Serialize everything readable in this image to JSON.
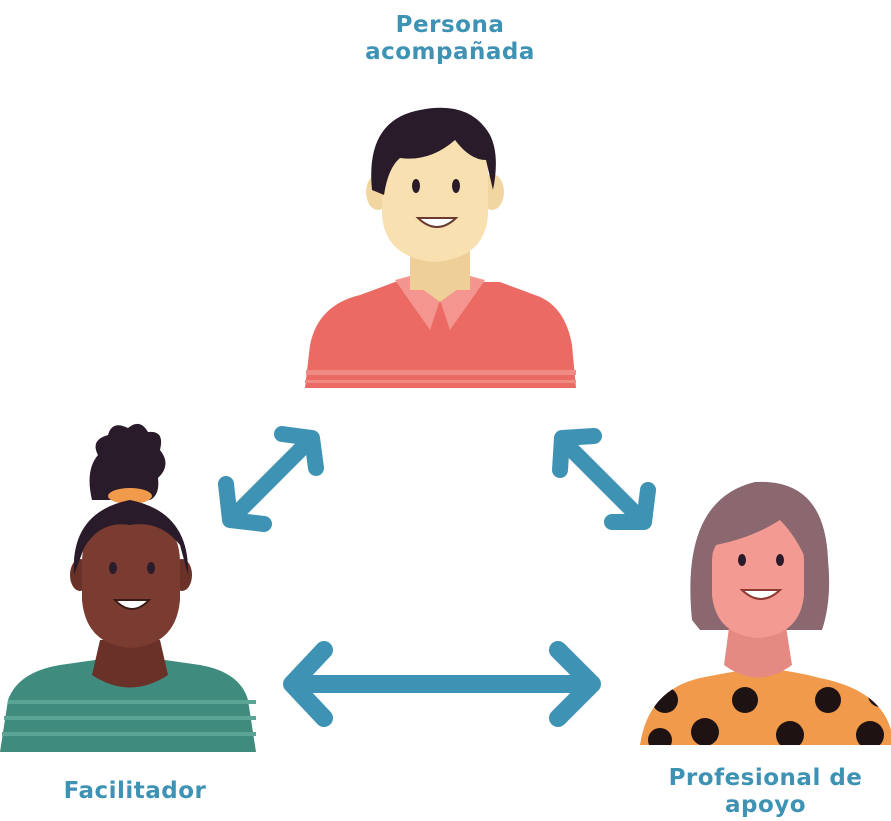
{
  "diagram": {
    "nodes": [
      {
        "id": "top",
        "label_lines": [
          "Persona",
          "acompañada"
        ]
      },
      {
        "id": "left",
        "label_lines": [
          "Facilitador"
        ]
      },
      {
        "id": "right",
        "label_lines": [
          "Profesional de",
          "apoyo"
        ]
      }
    ],
    "edges": [
      {
        "from": "top",
        "to": "left",
        "direction": "both"
      },
      {
        "from": "top",
        "to": "right",
        "direction": "both"
      },
      {
        "from": "left",
        "to": "right",
        "direction": "both"
      }
    ]
  },
  "colors": {
    "label": "#3e93b4",
    "arrow": "#3e93b4",
    "shirt_top": "#ec6a64",
    "shirt_left": "#3f8b7e",
    "shirt_right": "#f19a4c",
    "skin_top": "#f8e0b0",
    "skin_left": "#7a3b30",
    "skin_right": "#f39b93",
    "hair_dark": "#2a1b2a",
    "hair_right": "#8b6770"
  }
}
